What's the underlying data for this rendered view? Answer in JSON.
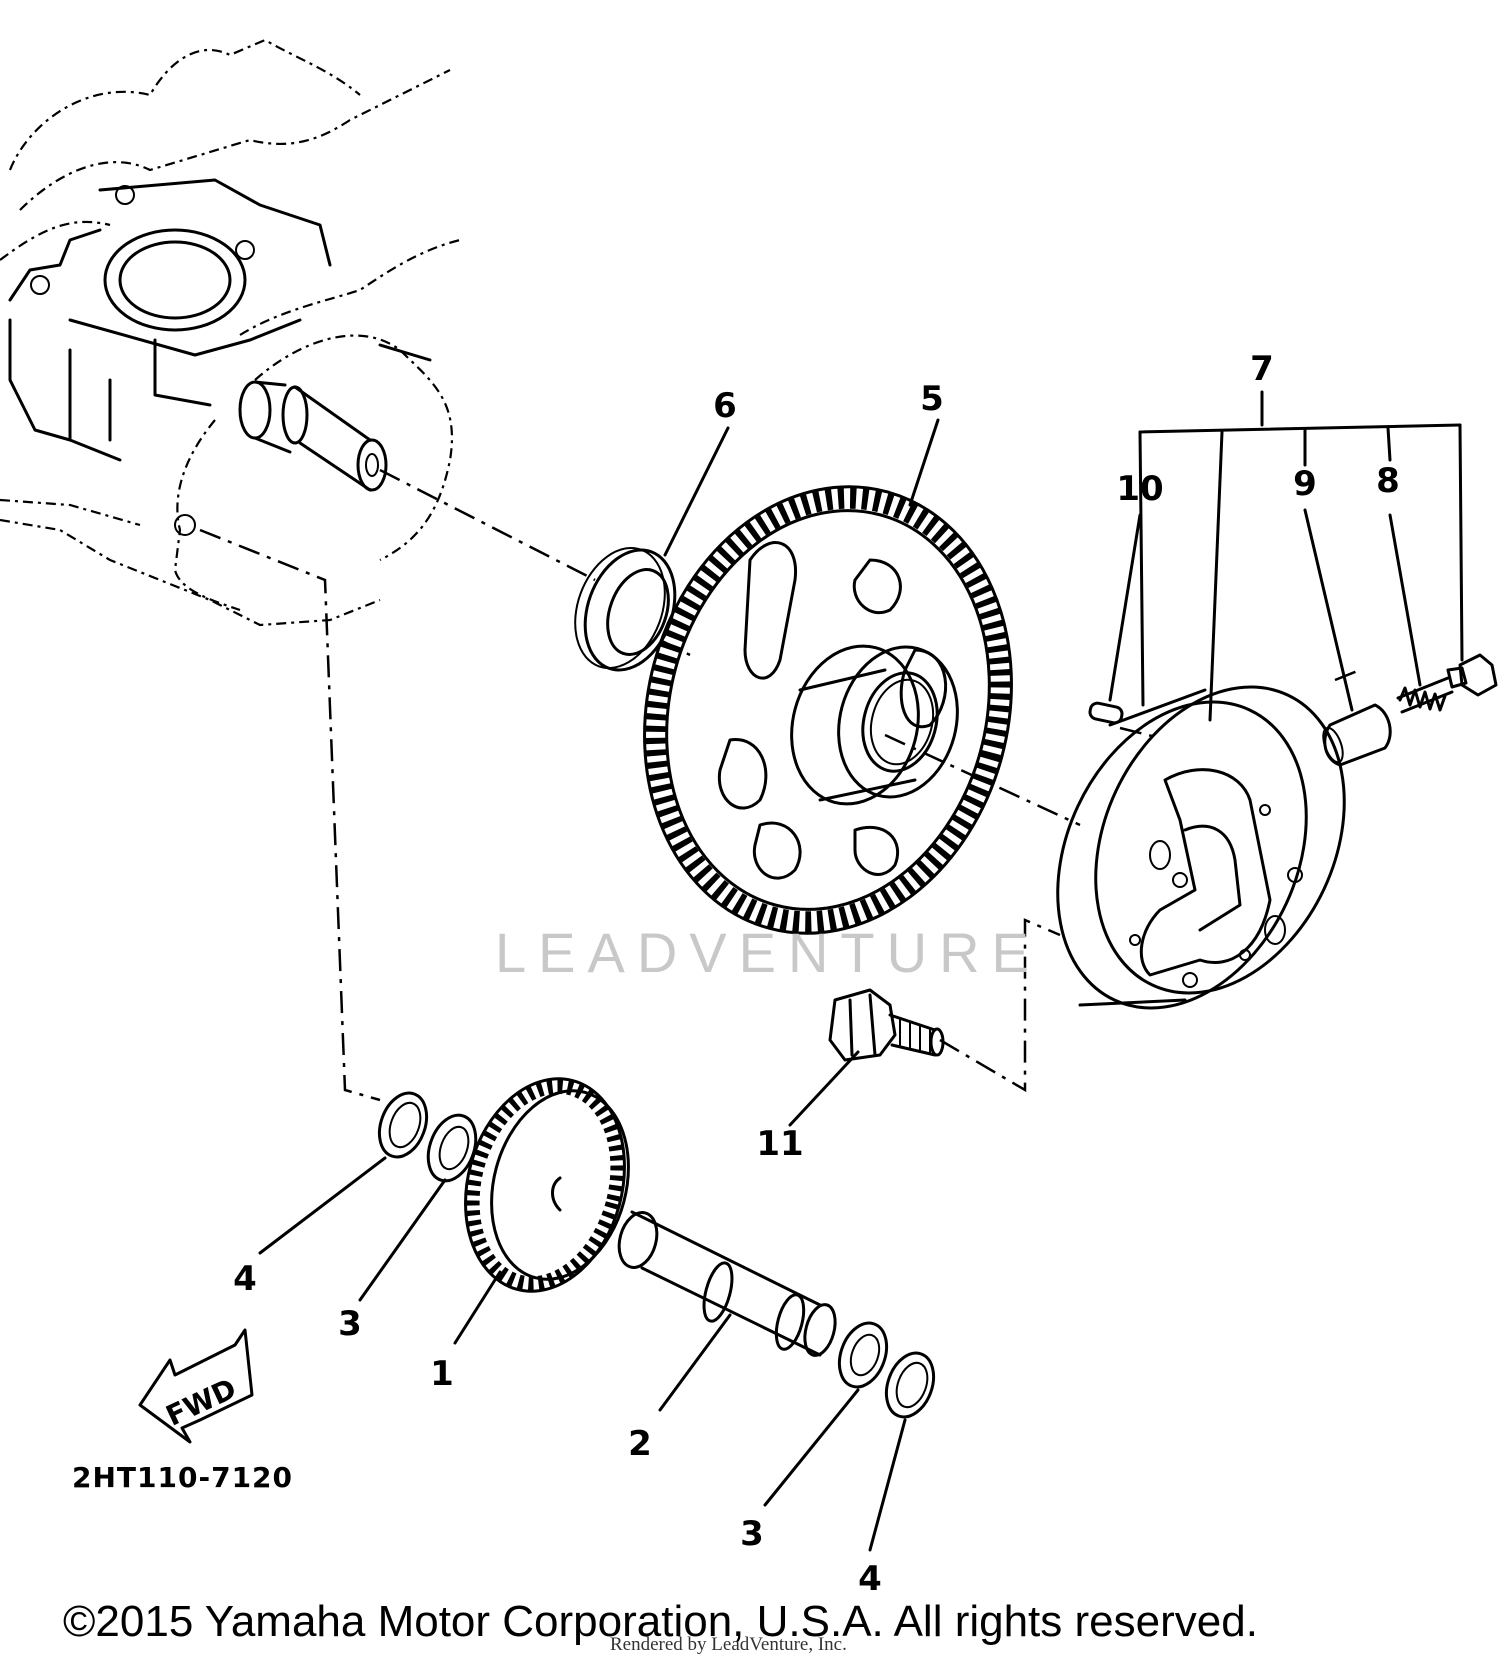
{
  "diagram": {
    "drawing_code": "2HT110-7120",
    "fwd_label": "FWD",
    "watermark": "LEADVENTURE",
    "copyright": "©2015 Yamaha Motor Corporation, U.S.A. All rights reserved.",
    "rendered_by": "Rendered by LeadVenture, Inc.",
    "callouts": {
      "c1": "1",
      "c2": "2",
      "c3a": "3",
      "c3b": "3",
      "c4a": "4",
      "c4b": "4",
      "c5": "5",
      "c6": "6",
      "c7": "7",
      "c8": "8",
      "c9": "9",
      "c10": "10",
      "c11": "11"
    }
  }
}
